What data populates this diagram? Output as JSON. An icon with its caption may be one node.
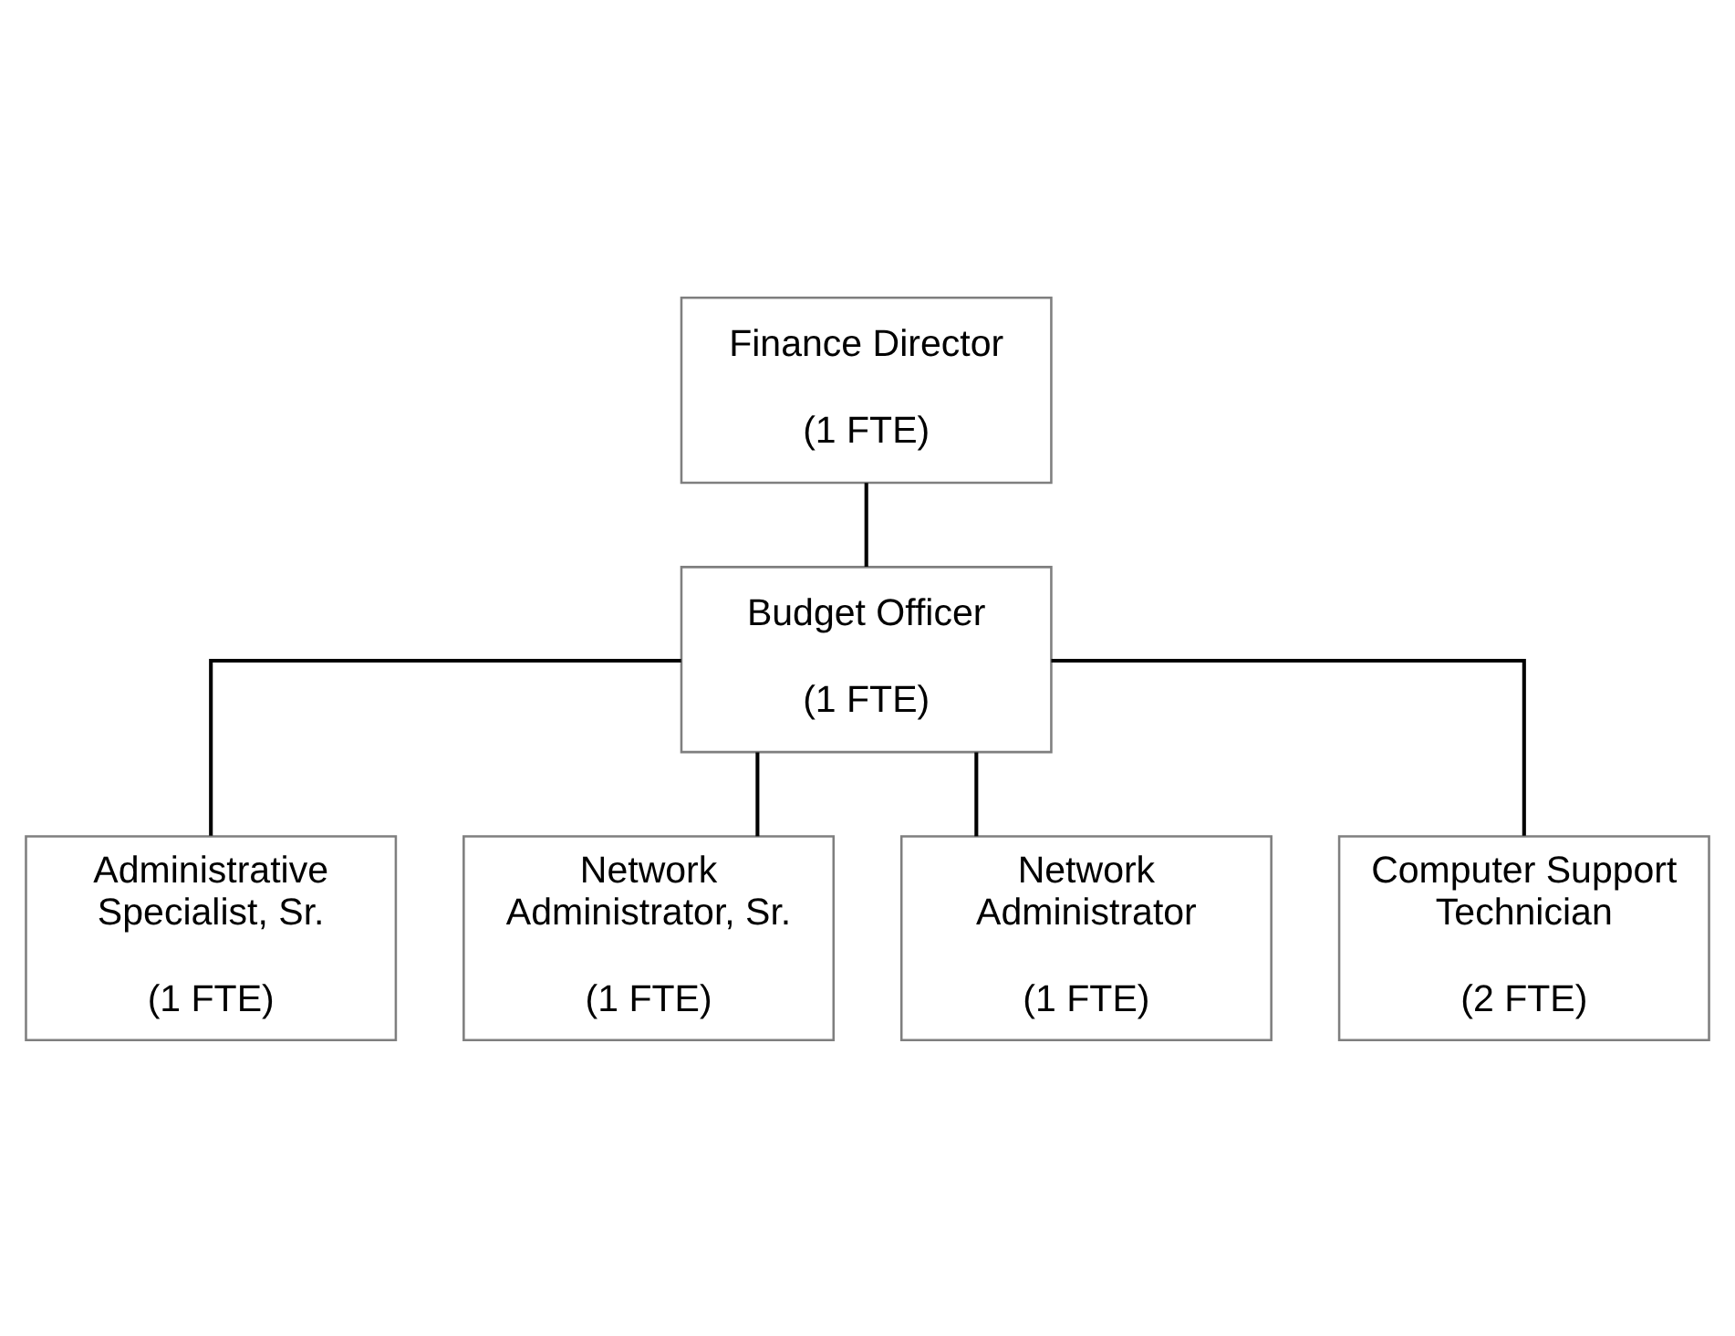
{
  "diagram": {
    "nodes": [
      {
        "text": [
          "Finance Director",
          "(1 FTE)"
        ]
      },
      {
        "text": [
          "Budget Officer",
          "(1 FTE)"
        ]
      },
      {
        "text": [
          "Administrative Specialist, Sr.",
          "(1 FTE)"
        ]
      },
      {
        "text": [
          "Network Administrator, Sr.",
          "(1 FTE)"
        ]
      },
      {
        "text": [
          "Network Administrator",
          "(1 FTE)"
        ]
      },
      {
        "text": [
          "Computer Support Technician",
          "(2 FTE)"
        ]
      }
    ],
    "edges": [
      {
        "from": 0,
        "to": 1,
        "arrow": "none"
      },
      {
        "from": 1,
        "to": 2,
        "arrow": "none"
      },
      {
        "from": 1,
        "to": 3,
        "arrow": "none"
      },
      {
        "from": 1,
        "to": 4,
        "arrow": "none"
      },
      {
        "from": 1,
        "to": 5,
        "arrow": "none"
      }
    ]
  }
}
